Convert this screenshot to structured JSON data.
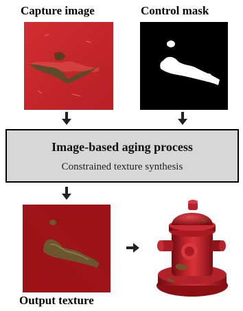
{
  "labels": {
    "capture": "Capture image",
    "mask": "Control mask",
    "output": "Output texture"
  },
  "process": {
    "title": "Image-based aging process",
    "subtitle": "Constrained texture synthesis"
  },
  "colors": {
    "red": "#c8232a",
    "dark_red": "#8f1114",
    "rust": "#6a4a1e",
    "mask_bg": "#000000",
    "mask_fg": "#ffffff",
    "box_bg": "#d7d7d7"
  },
  "icons": [
    "down-arrow-icon",
    "right-arrow-icon",
    "fire-hydrant-icon"
  ]
}
